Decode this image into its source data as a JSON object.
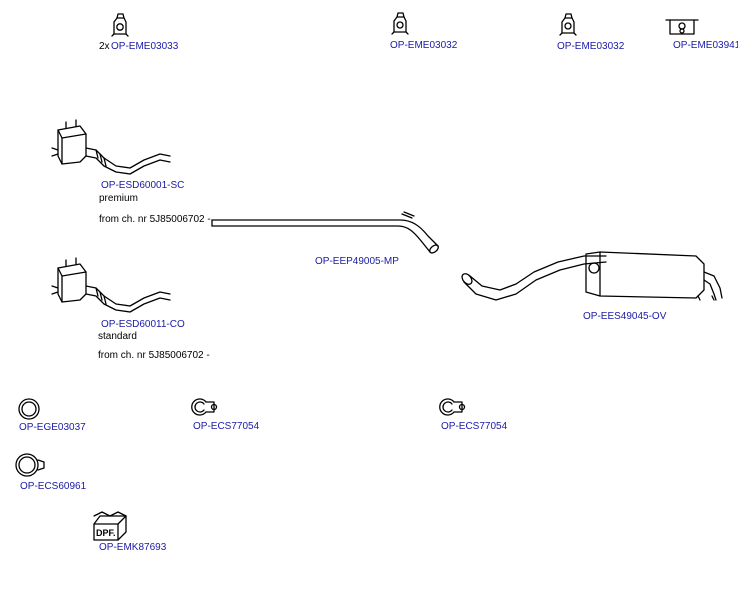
{
  "colors": {
    "part_code": "#1a1aa6",
    "note": "#000000",
    "line_art": "#000000"
  },
  "parts": [
    {
      "id": "mount-1",
      "icon": "rubber-mount-icon",
      "qty": "2x",
      "code": "OP-EME03033"
    },
    {
      "id": "mount-2",
      "icon": "rubber-mount-icon",
      "code": "OP-EME03032"
    },
    {
      "id": "mount-3",
      "icon": "rubber-mount-icon",
      "code": "OP-EME03032"
    },
    {
      "id": "mount-4",
      "icon": "rubber-mount-icon",
      "code": "OP-EME03941"
    },
    {
      "id": "dpf-premium",
      "icon": "dpf-filter-icon",
      "code": "OP-ESD60001-SC",
      "note": "premium",
      "from": "from ch. nr 5J85006702 -"
    },
    {
      "id": "dpf-standard",
      "icon": "dpf-filter-icon",
      "code": "OP-ESD60011-CO",
      "note": "standard",
      "from": "from ch. nr 5J85006702 -"
    },
    {
      "id": "middle-pipe",
      "icon": "exhaust-pipe-icon",
      "code": "OP-EEP49005-MP"
    },
    {
      "id": "rear-silencer",
      "icon": "rear-silencer-icon",
      "code": "OP-EES49045-OV"
    },
    {
      "id": "gasket",
      "icon": "gasket-ring-icon",
      "code": "OP-EGE03037"
    },
    {
      "id": "clamp-1",
      "icon": "pipe-clamp-icon",
      "code": "OP-ECS77054"
    },
    {
      "id": "clamp-2",
      "icon": "pipe-clamp-icon",
      "code": "OP-ECS77054"
    },
    {
      "id": "clamp-3",
      "icon": "band-clamp-icon",
      "code": "OP-ECS60961"
    },
    {
      "id": "mount-kit",
      "icon": "dpf-box-icon",
      "box_label": "DPF.",
      "code": "OP-EMK87693"
    }
  ]
}
